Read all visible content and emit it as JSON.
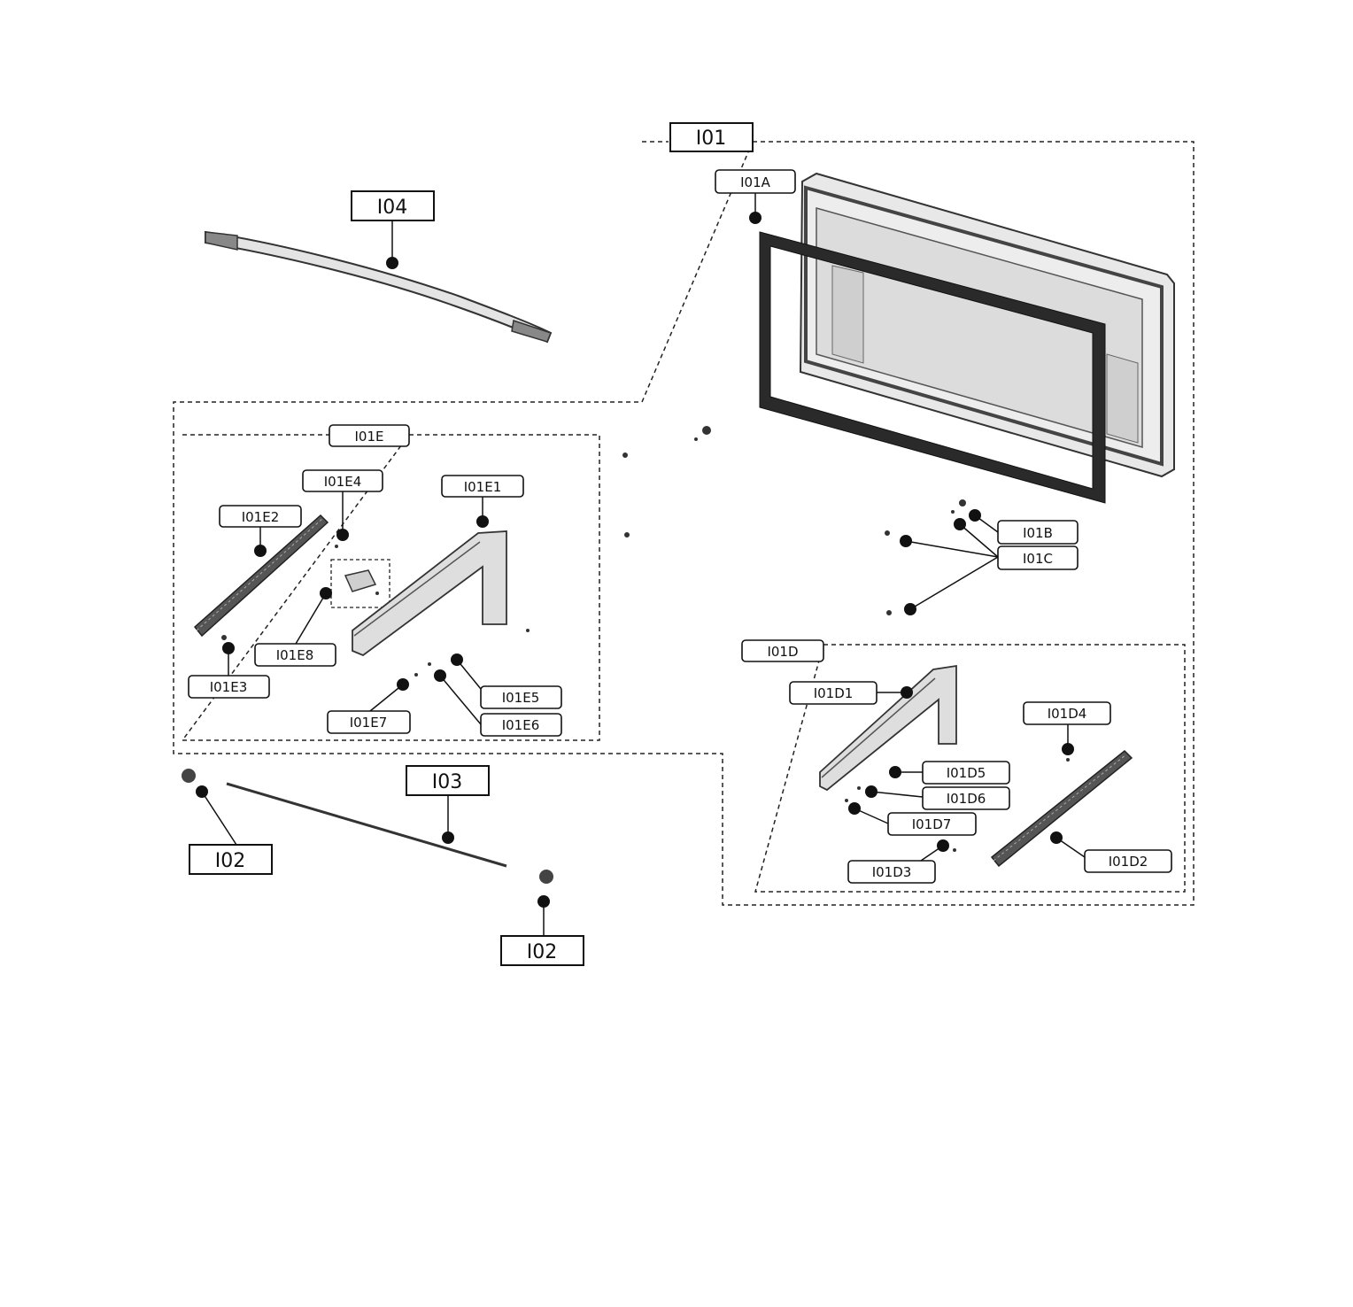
{
  "labels": {
    "I01": "I01",
    "I01A": "I01A",
    "I01B": "I01B",
    "I01C": "I01C",
    "I01D": "I01D",
    "I01D1": "I01D1",
    "I01D2": "I01D2",
    "I01D3": "I01D3",
    "I01D4": "I01D4",
    "I01D5": "I01D5",
    "I01D6": "I01D6",
    "I01D7": "I01D7",
    "I01E": "I01E",
    "I01E1": "I01E1",
    "I01E2": "I01E2",
    "I01E3": "I01E3",
    "I01E4": "I01E4",
    "I01E5": "I01E5",
    "I01E6": "I01E6",
    "I01E7": "I01E7",
    "I01E8": "I01E8",
    "I02_left": "I02",
    "I02_right": "I02",
    "I03": "I03",
    "I04": "I04"
  },
  "colors": {
    "ink": "#111111",
    "part_fill": "#d9d9d9",
    "background": "#ffffff"
  }
}
